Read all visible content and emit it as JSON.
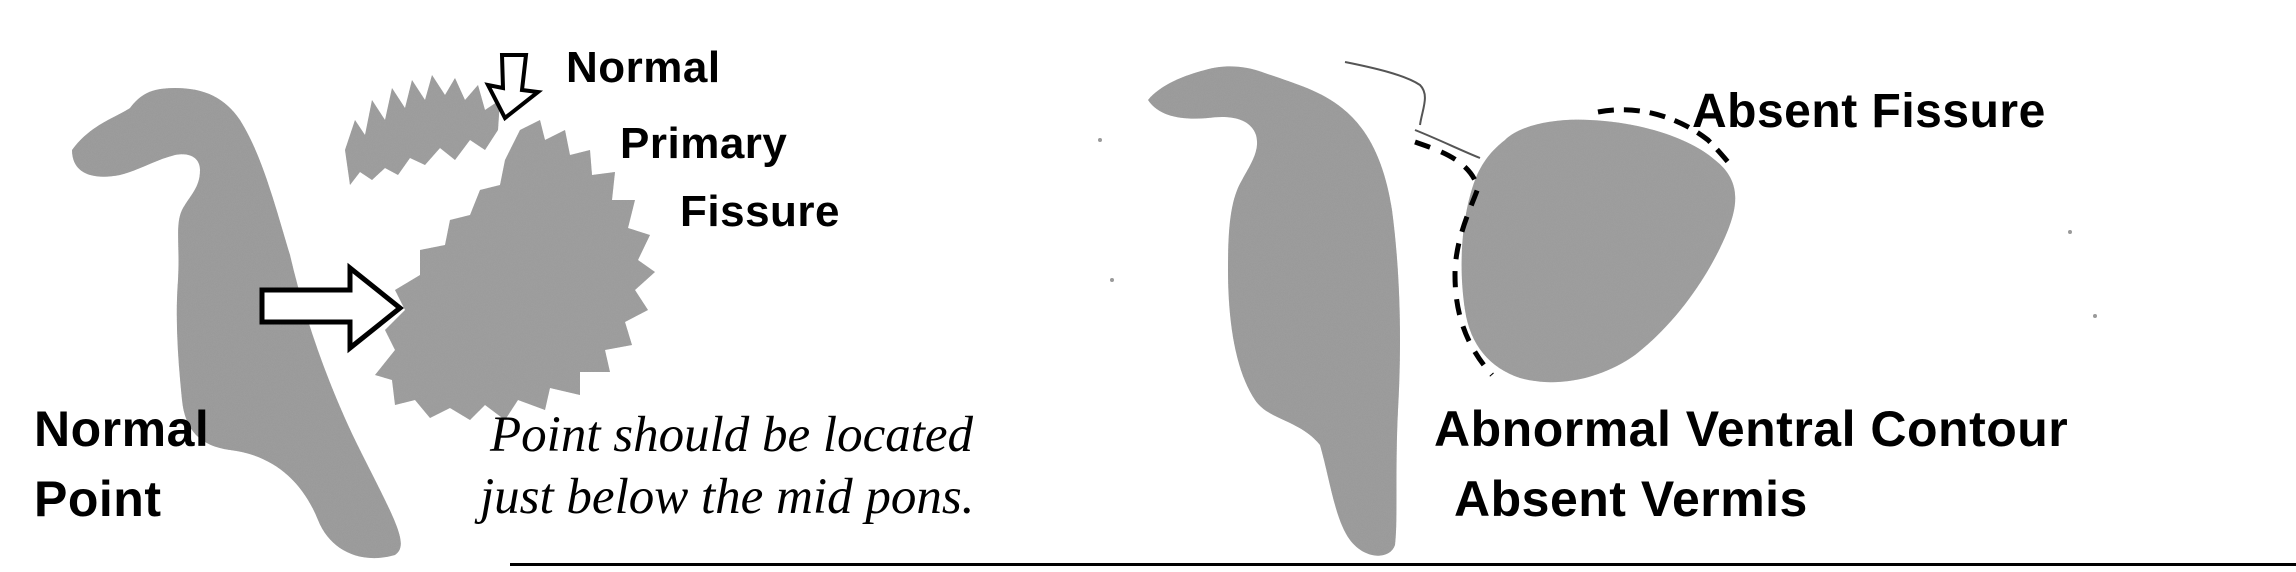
{
  "left_panel": {
    "fissure_label_lines": [
      "Normal",
      "Primary",
      "Fissure"
    ],
    "point_label_lines": [
      "Normal",
      "Point"
    ],
    "note_lines": [
      "Point should be located",
      "just below the mid pons."
    ]
  },
  "right_panel": {
    "absent_fissure_label": "Absent Fissure",
    "contour_label": "Abnormal Ventral Contour",
    "vermis_label": "Absent Vermis"
  },
  "colors": {
    "tissue": "#8f8f8f",
    "ink": "#000000",
    "background": "#ffffff"
  },
  "icons": [
    "down-arrow-outline-icon",
    "right-arrow-outline-icon"
  ]
}
